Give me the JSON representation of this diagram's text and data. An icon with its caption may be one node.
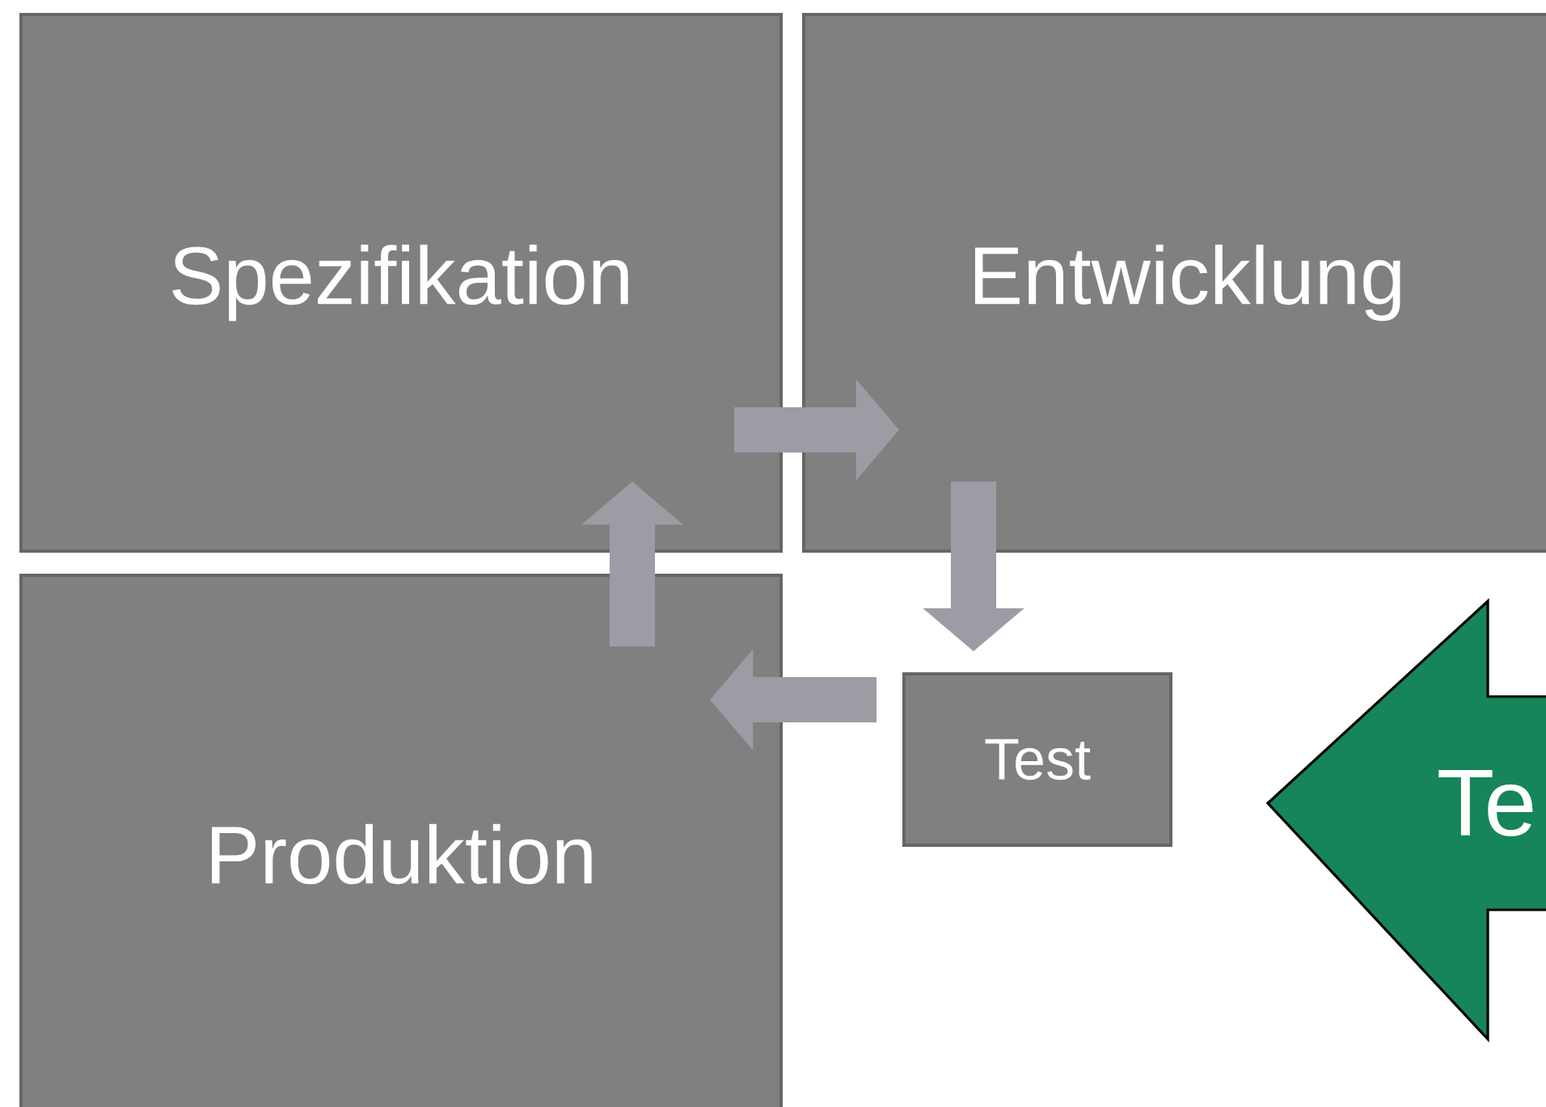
{
  "diagram": {
    "nodes": [
      {
        "text": [
          "Spezifikation"
        ]
      },
      {
        "text": [
          "Entwicklung"
        ]
      },
      {
        "text": [
          "Produktion"
        ]
      },
      {
        "text": [
          "Test"
        ]
      },
      {
        "text": [
          "Te"
        ]
      }
    ],
    "edges": [
      {
        "from": 0,
        "to": 1,
        "arrow": "to"
      },
      {
        "from": 1,
        "to": 3,
        "arrow": "to"
      },
      {
        "from": 3,
        "to": 2,
        "arrow": "to"
      },
      {
        "from": 2,
        "to": 0,
        "arrow": "to"
      }
    ]
  }
}
